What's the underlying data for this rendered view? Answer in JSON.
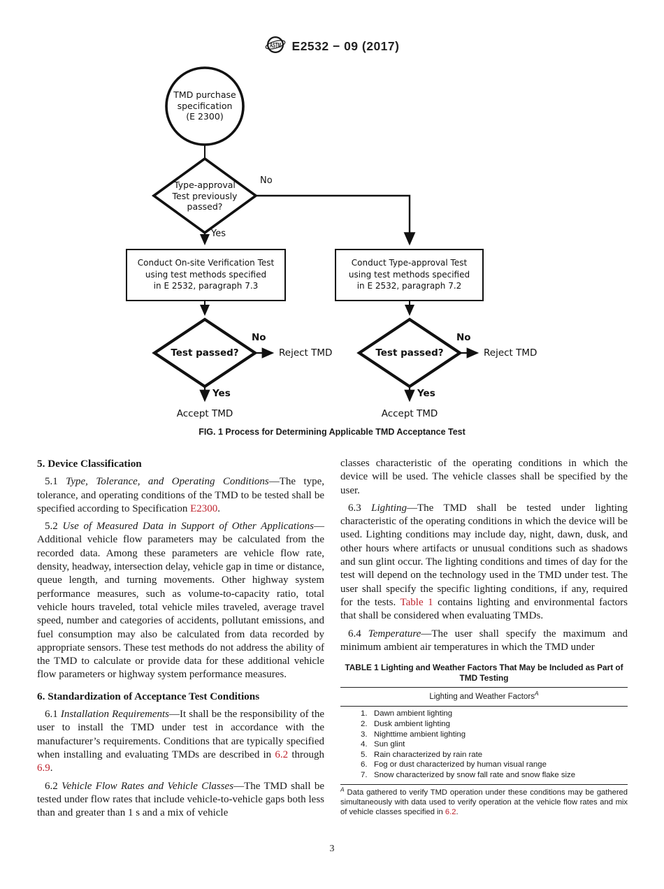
{
  "header": {
    "title": "E2532 − 09 (2017)",
    "logo_alt": "ASTM"
  },
  "flowchart": {
    "start": "TMD purchase\nspecification\n(E 2300)",
    "decision1": "Type-approval\nTest previously\npassed?",
    "no_label": "No",
    "yes_label": "Yes",
    "box_left": "Conduct On-site Verification Test\nusing test methods specified\nin E 2532, paragraph 7.3",
    "box_right": "Conduct Type-approval Test\nusing test methods specified\nin E 2532, paragraph 7.2",
    "decision2": "Test passed?",
    "reject": "Reject TMD",
    "accept": "Accept TMD",
    "caption": "FIG. 1 Process for Determining Applicable TMD Acceptance Test"
  },
  "sections": {
    "s5": {
      "heading": "5. Device Classification",
      "p51": {
        "num": "5.1 ",
        "title": "Type, Tolerance, and Operating Conditions",
        "body1": "—The type, tolerance, and operating conditions of the TMD to be tested shall be specified according to Specification ",
        "link1": "E2300",
        "end": "."
      },
      "p52": {
        "num": "5.2 ",
        "title": "Use of Measured Data in Support of Other Applications",
        "body1": "—Additional vehicle flow parameters may be calculated from the recorded data. Among these parameters are vehicle flow rate, density, headway, intersection delay, vehicle gap in time or distance, queue length, and turning movements. Other highway system performance measures, such as volume-to-capacity ratio, total vehicle hours traveled, total vehicle miles traveled, average travel speed, number and categories of accidents, pollutant emissions, and fuel consumption may also be calculated from data recorded by appropriate sensors. These test methods do not address the ability of the TMD to calculate or provide data for these additional vehicle flow parameters or highway system performance measures."
      }
    },
    "s6": {
      "heading": "6. Standardization of Acceptance Test Conditions",
      "p61": {
        "num": "6.1 ",
        "title": "Installation Requirements",
        "body1": "—It shall be the responsibility of the user to install the TMD under test in accordance with the manufacturer’s requirements. Conditions that are typically specified when installing and evaluating TMDs are described in ",
        "link1": "6.2",
        "mid": " through ",
        "link2": "6.9",
        "end": "."
      },
      "p62": {
        "num": "6.2 ",
        "title": "Vehicle Flow Rates and Vehicle Classes",
        "body_left": "—The TMD shall be tested under flow rates that include vehicle-to-vehicle gaps both less than and greater than 1 s and a mix of vehicle",
        "body_right": "classes characteristic of the operating conditions in which the device will be used. The vehicle classes shall be specified by the user."
      },
      "p63": {
        "num": "6.3 ",
        "title": "Lighting",
        "body1": "—The TMD shall be tested under lighting characteristic of the operating conditions in which the device will be used. Lighting conditions may include day, night, dawn, dusk, and other hours where artifacts or unusual conditions such as shadows and sun glint occur. The lighting conditions and times of day for the test will depend on the technology used in the TMD under test. The user shall specify the specific lighting conditions, if any, required for the tests. ",
        "link1": "Table 1",
        "body2": " contains lighting and environmental factors that shall be considered when evaluating TMDs."
      },
      "p64": {
        "num": "6.4 ",
        "title": "Temperature",
        "body1": "—The user shall specify the maximum and minimum ambient air temperatures in which the TMD under"
      }
    }
  },
  "table1": {
    "title": "TABLE 1 Lighting and Weather Factors That May be Included as Part of TMD Testing",
    "header": "Lighting and Weather Factors",
    "header_sup": "A",
    "items": [
      {
        "num": "1.",
        "text": "Dawn ambient lighting"
      },
      {
        "num": "2.",
        "text": "Dusk ambient lighting"
      },
      {
        "num": "3.",
        "text": "Nighttime ambient lighting"
      },
      {
        "num": "4.",
        "text": "Sun glint"
      },
      {
        "num": "5.",
        "text": "Rain characterized by rain rate"
      },
      {
        "num": "6.",
        "text": "Fog or dust characterized by human visual range"
      },
      {
        "num": "7.",
        "text": "Snow characterized by snow fall rate and snow flake size"
      }
    ],
    "footnote_sup": "A",
    "footnote1": " Data gathered to verify TMD operation under these conditions may be gathered simultaneously with data used to verify operation at the vehicle flow rates and mix of vehicle classes specified in ",
    "footnote_link": "6.2",
    "footnote_end": "."
  },
  "footer": {
    "page_number": "3"
  },
  "colors": {
    "link": "#be232d",
    "ink": "#1a1a1a"
  }
}
